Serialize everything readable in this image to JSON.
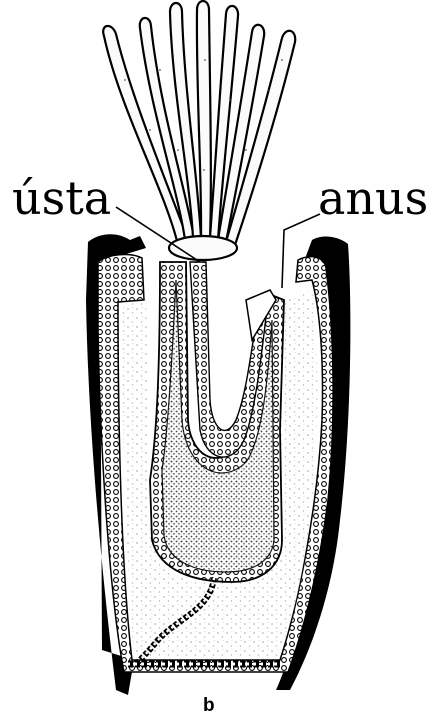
{
  "labels": {
    "mouth": "ústa",
    "anus": "anus",
    "panel": "b"
  },
  "colors": {
    "ink": "#000000",
    "background": "#ffffff",
    "tentacle_fill": "#fbfbfb",
    "cavity_stipple": "#d6d6d6"
  }
}
